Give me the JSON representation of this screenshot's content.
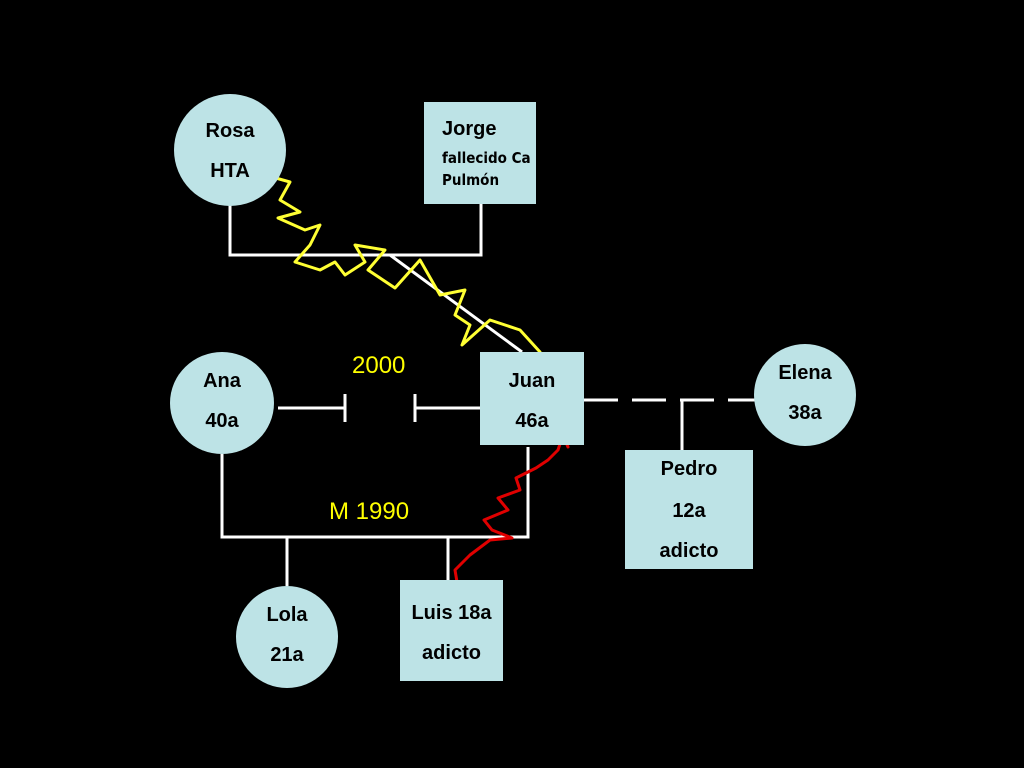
{
  "nodes": {
    "rosa": {
      "name": "Rosa",
      "detail": "HTA"
    },
    "jorge": {
      "name": "Jorge",
      "detail_1": "fallecido Ca",
      "detail_2": "Pulmón"
    },
    "ana": {
      "name": "Ana",
      "detail": "40a"
    },
    "juan": {
      "name": "Juan",
      "detail": "46a"
    },
    "elena": {
      "name": "Elena",
      "detail": "38a"
    },
    "pedro": {
      "name": "Pedro",
      "detail_1": "12a",
      "detail_2": "adicto"
    },
    "lola": {
      "name": "Lola",
      "detail": "21a"
    },
    "luis": {
      "name": "Luis 18a",
      "detail": "adicto"
    }
  },
  "labels": {
    "divorce_year": "2000",
    "marriage": "M 1990"
  },
  "colors": {
    "background": "#000000",
    "node_fill": "#bde3e6",
    "line": "#ffffff",
    "label": "#ffff00",
    "conflict_yellow": "#ffff33",
    "conflict_red": "#e00000"
  }
}
